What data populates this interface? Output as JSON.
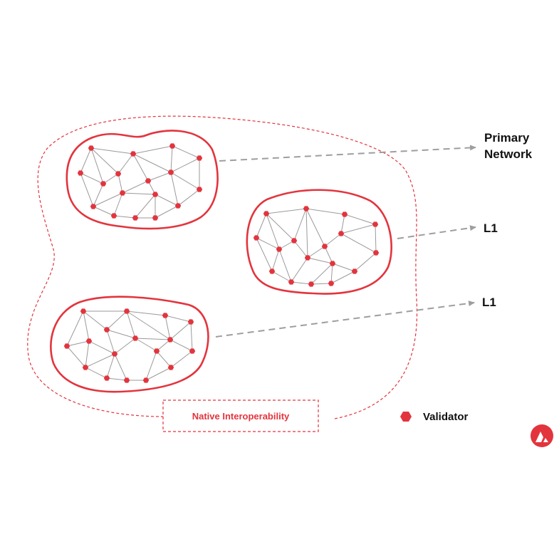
{
  "colors": {
    "accent": "#e3343d",
    "edge": "#9a9a9a",
    "arrow": "#9e9e9e",
    "text": "#111111"
  },
  "labels": {
    "primary_line1": "Primary",
    "primary_line2": "Network",
    "l1_top": "L1",
    "l1_bottom": "L1"
  },
  "interop": {
    "label": "Native Interoperability"
  },
  "legend": {
    "validator_label": "Validator",
    "validator_icon": "hexagon-icon"
  },
  "logo": {
    "icon": "avalanche-logo-icon"
  }
}
